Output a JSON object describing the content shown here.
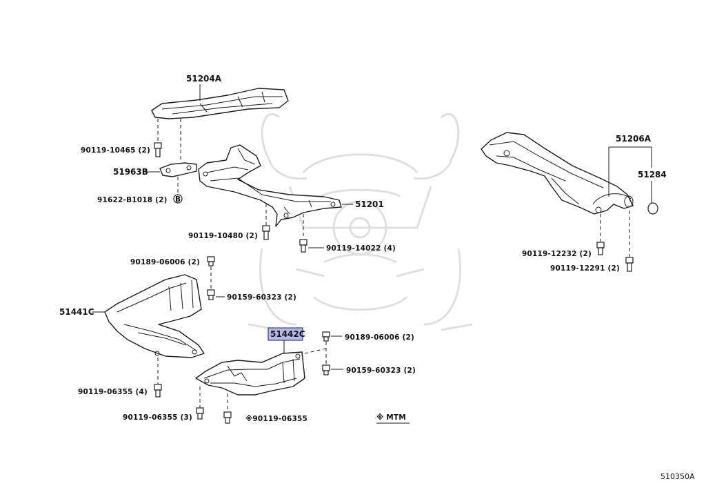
{
  "diagram_id": "510350A",
  "note": "※ MTM",
  "labels": {
    "p51204A": "51204A",
    "p90119_10465": "90119-10465 (2)",
    "p51963B": "51963B",
    "p91622_B1018": "91622-B1018 (2)",
    "marker_B": "B",
    "p51201": "51201",
    "p90119_10480": "90119-10480 (2)",
    "p90119_14022": "90119-14022 (4)",
    "p51206A": "51206A",
    "p51284": "51284",
    "p90119_12232": "90119-12232 (2)",
    "p90119_12291": "90119-12291 (2)",
    "p90189_06006_a": "90189-06006 (2)",
    "p90159_60323_a": "90159-60323 (2)",
    "p51441C": "51441C",
    "p51442C": "51442C",
    "p90189_06006_b": "90189-06006 (2)",
    "p90159_60323_b": "90159-60323 (2)",
    "p90119_06355_4": "90119-06355 (4)",
    "p90119_06355_3": "90119-06355 (3)",
    "p90119_06355_star": "※90119-06355"
  },
  "colors": {
    "line": "#1a1a1a",
    "highlight": "#b8b8e8",
    "watermark": "#dcdcdc"
  }
}
